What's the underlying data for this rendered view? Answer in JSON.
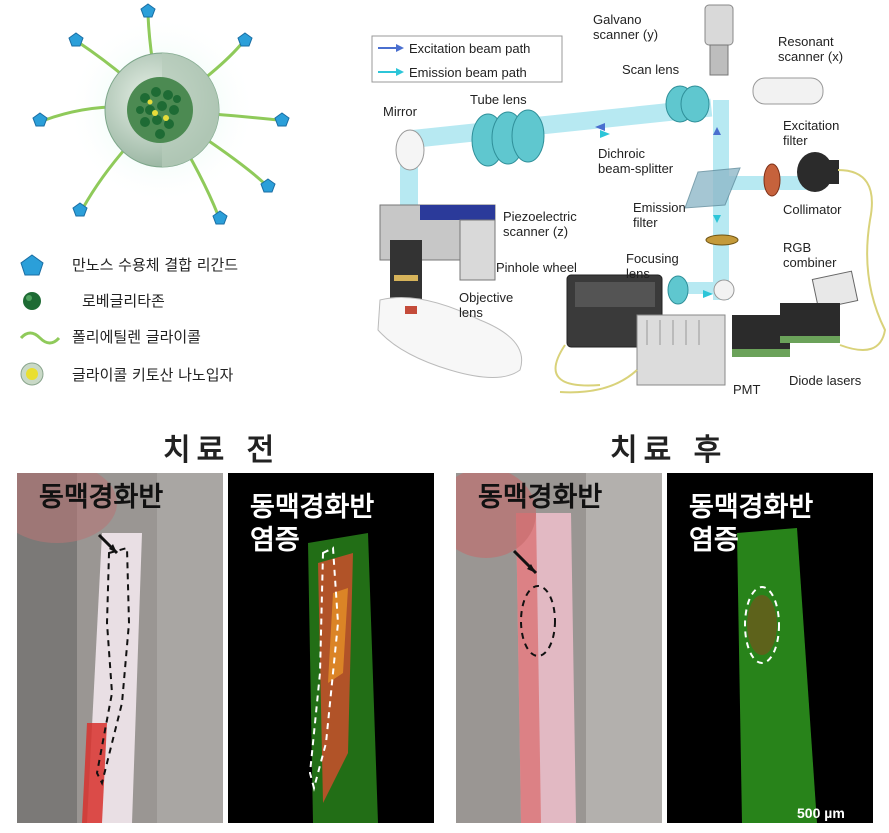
{
  "nanoparticle_legend": [
    {
      "icon": "pentagon-icon",
      "label": "만노스 수용체 결합 리간드"
    },
    {
      "icon": "green-sphere-icon",
      "label": "로베글리타존"
    },
    {
      "icon": "wavy-line-icon",
      "label": "폴리에틸렌 글라이콜"
    },
    {
      "icon": "yellow-particle-icon",
      "label": "글라이콜 키토산 나노입자"
    }
  ],
  "microscope_legend": {
    "excitation": "Excitation beam path",
    "emission": "Emission beam path",
    "excitation_color": "#4a6fcf",
    "emission_color": "#2cc5d8"
  },
  "microscope_labels": {
    "galvano": "Galvano\nscanner (y)",
    "resonant": "Resonant\nscanner (x)",
    "scan_lens": "Scan lens",
    "tube_lens": "Tube lens",
    "mirror": "Mirror",
    "excitation_filter": "Excitation\nfilter",
    "dichroic": "Dichroic\nbeam-splitter",
    "collimator": "Collimator",
    "piezo": "Piezoelectric\nscanner (z)",
    "emission_filter": "Emission\nfilter",
    "rgb_combiner": "RGB\ncombiner",
    "pinhole": "Pinhole wheel",
    "focusing_lens": "Focusing\nlens",
    "objective": "Objective\nlens",
    "pmt": "PMT",
    "diode_lasers": "Diode lasers"
  },
  "headings": {
    "before": "치료 전",
    "after": "치료 후"
  },
  "panels": {
    "before_bright": "동맥경화반",
    "before_fluor": "동맥경화반\n염증",
    "after_bright": "동맥경화반",
    "after_fluor": "동맥경화반\n염증"
  },
  "scale_bar": "500 µm"
}
